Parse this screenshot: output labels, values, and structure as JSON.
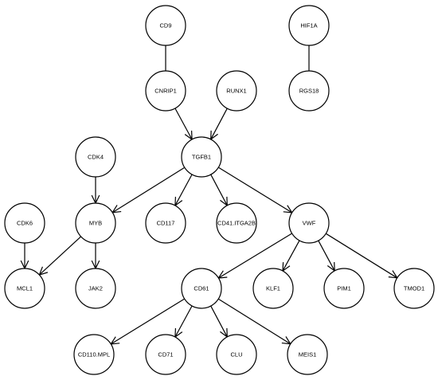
{
  "nodes": [
    {
      "id": "CD9",
      "label": "CD9"
    },
    {
      "id": "HIF1A",
      "label": "HIF1A"
    },
    {
      "id": "CNRIP1",
      "label": "CNRIP1"
    },
    {
      "id": "RUNX1",
      "label": "RUNX1"
    },
    {
      "id": "RGS18",
      "label": "RGS18"
    },
    {
      "id": "CDK4",
      "label": "CDK4"
    },
    {
      "id": "TGFB1",
      "label": "TGFB1"
    },
    {
      "id": "CDK6",
      "label": "CDK6"
    },
    {
      "id": "MYB",
      "label": "MYB"
    },
    {
      "id": "CD117",
      "label": "CD117"
    },
    {
      "id": "CD41.ITGA2B",
      "label": "CD41.ITGA2B"
    },
    {
      "id": "VWF",
      "label": "VWF"
    },
    {
      "id": "MCL1",
      "label": "MCL1"
    },
    {
      "id": "JAK2",
      "label": "JAK2"
    },
    {
      "id": "CD61",
      "label": "CD61"
    },
    {
      "id": "KLF1",
      "label": "KLF1"
    },
    {
      "id": "PIM1",
      "label": "PIM1"
    },
    {
      "id": "TMOD1",
      "label": "TMOD1"
    },
    {
      "id": "CD110.MPL",
      "label": "CD110.MPL"
    },
    {
      "id": "CD71",
      "label": "CD71"
    },
    {
      "id": "CLU",
      "label": "CLU"
    },
    {
      "id": "MEIS1",
      "label": "MEIS1"
    }
  ],
  "edges": [
    {
      "from": "CD9",
      "to": "CNRIP1",
      "directed": false
    },
    {
      "from": "HIF1A",
      "to": "RGS18",
      "directed": false
    },
    {
      "from": "CNRIP1",
      "to": "TGFB1",
      "directed": true
    },
    {
      "from": "RUNX1",
      "to": "TGFB1",
      "directed": true
    },
    {
      "from": "CDK4",
      "to": "MYB",
      "directed": true
    },
    {
      "from": "TGFB1",
      "to": "MYB",
      "directed": true
    },
    {
      "from": "TGFB1",
      "to": "CD117",
      "directed": true
    },
    {
      "from": "TGFB1",
      "to": "CD41.ITGA2B",
      "directed": true
    },
    {
      "from": "TGFB1",
      "to": "VWF",
      "directed": true
    },
    {
      "from": "CDK6",
      "to": "MCL1",
      "directed": true
    },
    {
      "from": "MYB",
      "to": "MCL1",
      "directed": true
    },
    {
      "from": "MYB",
      "to": "JAK2",
      "directed": true
    },
    {
      "from": "VWF",
      "to": "CD61",
      "directed": true
    },
    {
      "from": "VWF",
      "to": "KLF1",
      "directed": true
    },
    {
      "from": "VWF",
      "to": "PIM1",
      "directed": true
    },
    {
      "from": "VWF",
      "to": "TMOD1",
      "directed": true
    },
    {
      "from": "CD61",
      "to": "CD110.MPL",
      "directed": true
    },
    {
      "from": "CD61",
      "to": "CD71",
      "directed": true
    },
    {
      "from": "CD61",
      "to": "CLU",
      "directed": true
    },
    {
      "from": "CD61",
      "to": "MEIS1",
      "directed": true
    }
  ]
}
